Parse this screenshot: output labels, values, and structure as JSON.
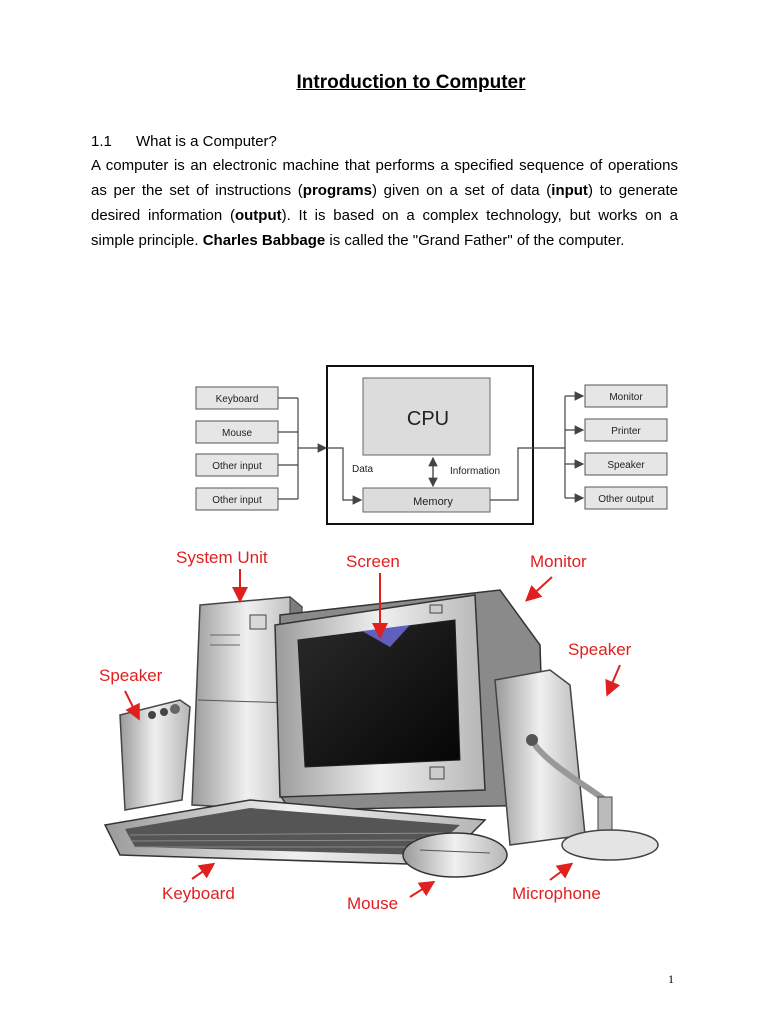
{
  "document": {
    "title": "Introduction to Computer",
    "section_number": "1.1",
    "section_title": "What is a Computer?",
    "paragraph": [
      {
        "text": "A computer is an electronic machine that performs a specified sequence of operations as per the set of instructions (",
        "bold": false
      },
      {
        "text": "programs",
        "bold": true
      },
      {
        "text": ") given on a set of data (",
        "bold": false
      },
      {
        "text": "input",
        "bold": true
      },
      {
        "text": ") to generate desired information (",
        "bold": false
      },
      {
        "text": "output",
        "bold": true
      },
      {
        "text": "). It is based on a complex technology, but works on a simple principle. ",
        "bold": false
      },
      {
        "text": "Charles Babbage",
        "bold": true
      },
      {
        "text": " is called the \"Grand Father\" of the computer.",
        "bold": false
      }
    ],
    "page_number": "1"
  },
  "block_diagram": {
    "inputs": [
      "Keyboard",
      "Mouse",
      "Other input",
      "Other input"
    ],
    "cpu": "CPU",
    "memory": "Memory",
    "data_label": "Data",
    "information_label": "Information",
    "outputs": [
      "Monitor",
      "Printer",
      "Speaker",
      "Other output"
    ]
  },
  "computer_illustration": {
    "label_color": "#e0201f",
    "labels": {
      "system_unit": "System Unit",
      "screen": "Screen",
      "monitor": "Monitor",
      "speaker_left": "Speaker",
      "speaker_right": "Speaker",
      "keyboard": "Keyboard",
      "mouse": "Mouse",
      "microphone": "Microphone"
    }
  }
}
